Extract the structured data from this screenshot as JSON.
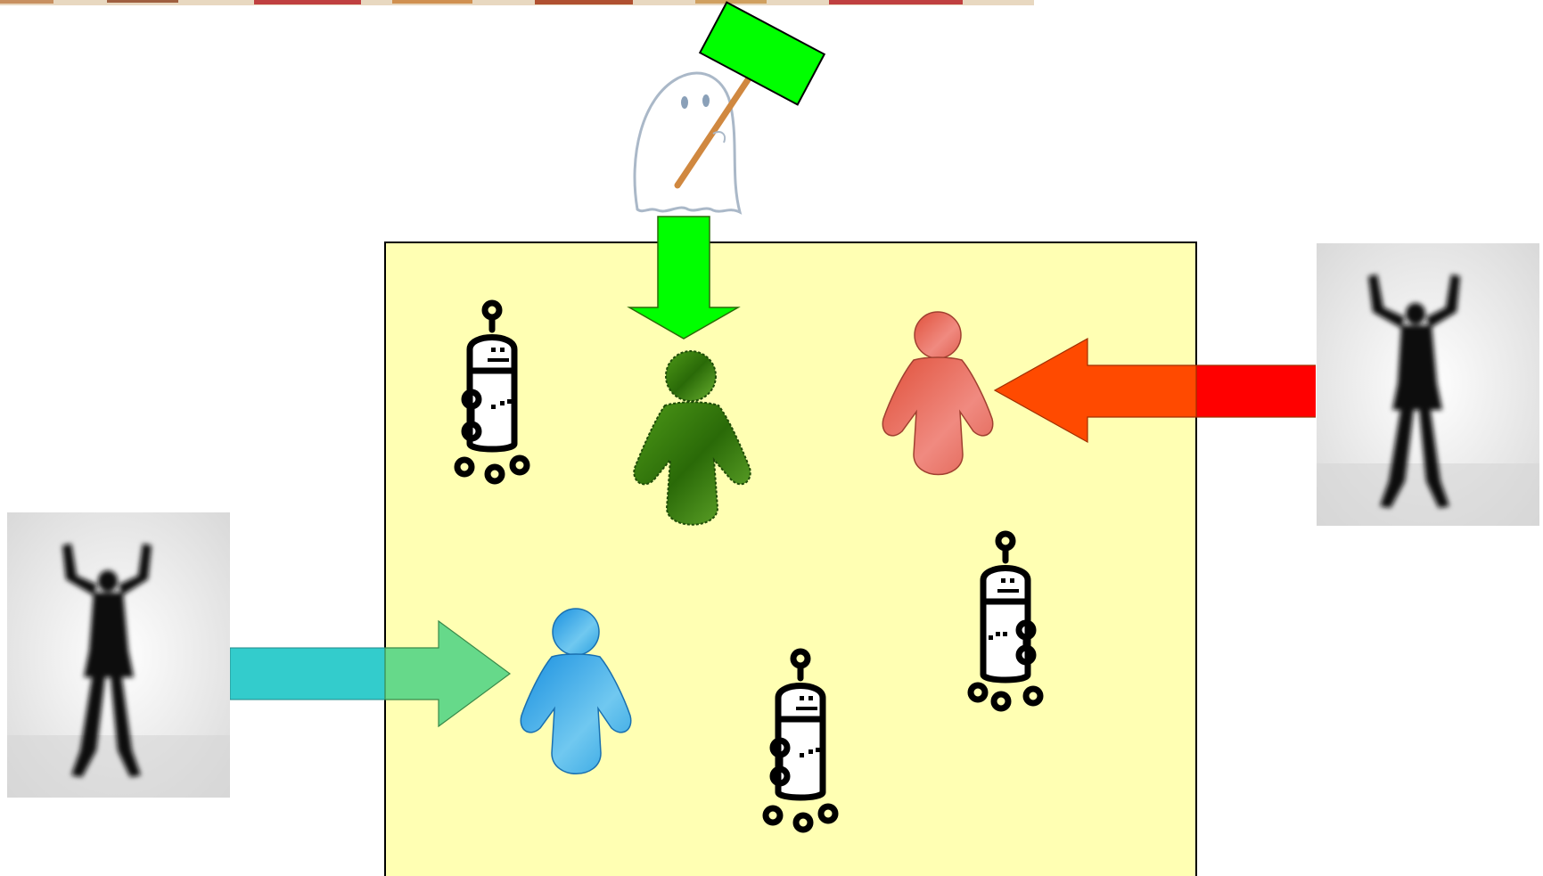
{
  "scene": {
    "background_color": "#ffffff",
    "arena": {
      "fill": "#ffffb3",
      "border": "#000000"
    },
    "top_image_strip": {
      "description_color": "#c04020"
    },
    "ghost_with_sign": {
      "sign_color": "#00ff00",
      "stick_color": "#d08840"
    },
    "arrows": [
      {
        "id": "green-arrow-down",
        "color": "#00ff00",
        "direction": "down"
      },
      {
        "id": "red-orange-arrow-left",
        "colors": [
          "#ff0000",
          "#ff4a00"
        ],
        "direction": "left"
      },
      {
        "id": "teal-green-arrow-right",
        "colors": [
          "#33cccc",
          "#66d98a"
        ],
        "direction": "right"
      }
    ],
    "people": [
      {
        "id": "green-person",
        "color": "#3a7d10",
        "dark": "#1f4d08"
      },
      {
        "id": "red-person",
        "color": "#e87060",
        "dark": "#c04a3a"
      },
      {
        "id": "blue-person",
        "color": "#3aa8e8",
        "dark": "#1a80c8"
      }
    ],
    "robots": [
      {
        "id": "robot-1"
      },
      {
        "id": "robot-2"
      },
      {
        "id": "robot-3"
      }
    ],
    "silhouettes": [
      {
        "id": "silhouette-right"
      },
      {
        "id": "silhouette-left"
      }
    ]
  }
}
